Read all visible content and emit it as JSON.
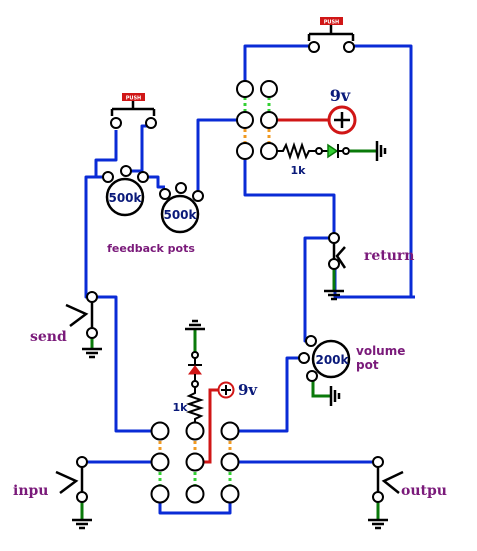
{
  "labels": {
    "top_switch": "PUSH",
    "left_switch": "PUSH",
    "supply_top": "9v",
    "supply_bottom": "9v",
    "res_top": "1k",
    "res_bottom": "1k",
    "pot_500k_a": "500k",
    "pot_500k_b": "500k",
    "pot_200k": "200k",
    "feedback_pots": "feedback pots",
    "volume_pot_line1": "volume",
    "volume_pot_line2": "pot",
    "return": "return",
    "send": "send",
    "input": "inpu",
    "output": "outpu"
  },
  "colors": {
    "wire": "#0a2bd6",
    "power": "#d01616",
    "ground": "#0a7a0a",
    "dash_green": "#34d034",
    "dash_orange": "#f09a22",
    "label_purple": "#7a1a7a",
    "pot_text": "#0a1a7a",
    "push_red": "#d01616"
  }
}
